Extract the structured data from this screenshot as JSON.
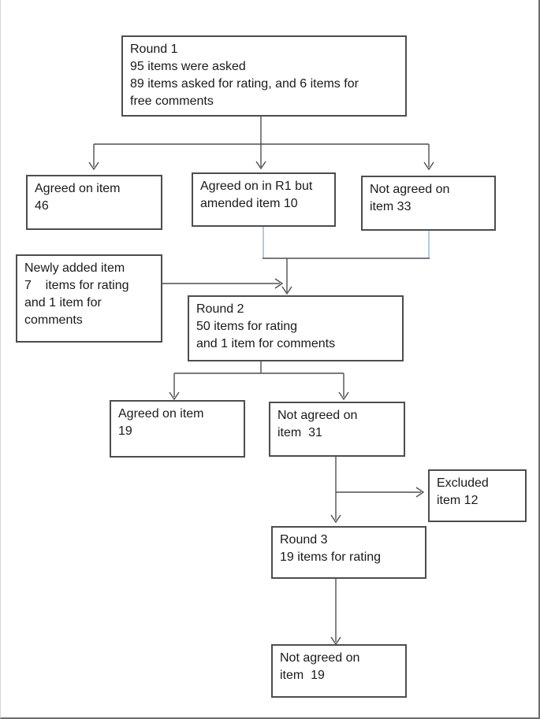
{
  "boxes": {
    "round1": {
      "text": "Round 1\n95 items were asked\n89 items asked for rating, and 6 items for\nfree comments"
    },
    "agreed_r1": {
      "text": "Agreed on item\n46"
    },
    "amended_r1": {
      "text": "Agreed on in R1 but\namended item 10"
    },
    "not_agreed_r1": {
      "text": "Not agreed on\nitem 33"
    },
    "newly_added": {
      "text": "Newly added item\n7    items for rating\nand 1 item for\ncomments"
    },
    "round2": {
      "text": "Round 2\n50 items for rating\nand 1 item for comments"
    },
    "agreed_r2": {
      "text": "Agreed on item\n19"
    },
    "not_agreed_r2": {
      "text": "Not agreed on\nitem  31"
    },
    "excluded": {
      "text": "Excluded\nitem 12"
    },
    "round3": {
      "text": "Round 3\n19 items for rating"
    },
    "not_agreed_r3": {
      "text": "Not agreed on\nitem  19"
    }
  },
  "colors": {
    "background": "#ffffff",
    "text": "#1a1a1a",
    "box_border": "#4d4d4d",
    "connector": "#4f4f4f",
    "accent_connector": "#b3cbdf",
    "frame": "#6e6e6e"
  }
}
